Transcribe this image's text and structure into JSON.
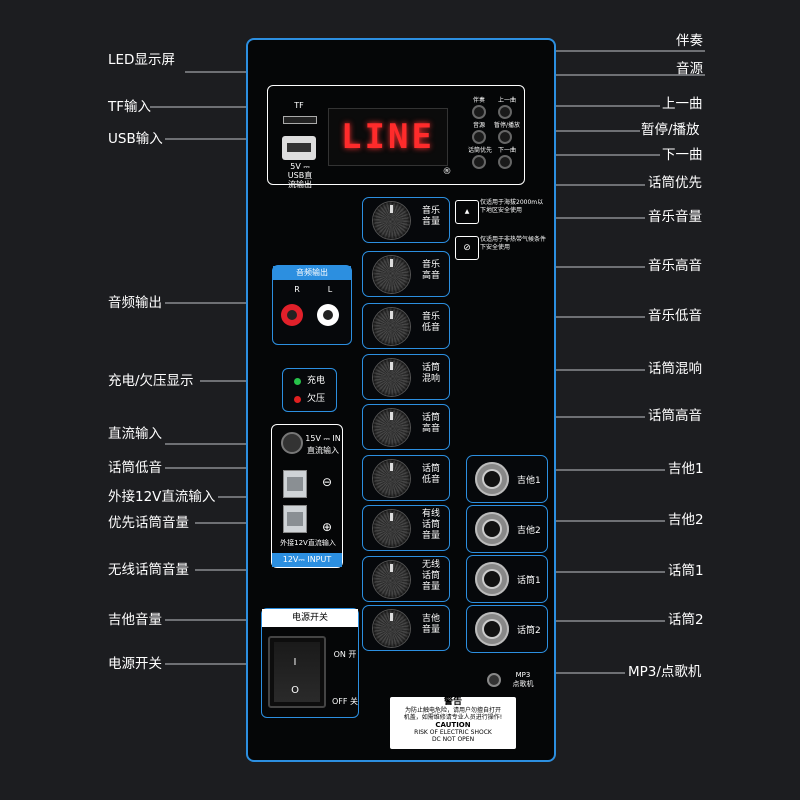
{
  "left_labels": [
    {
      "id": "led",
      "text": "LED显示屏"
    },
    {
      "id": "tf",
      "text": "TF输入"
    },
    {
      "id": "usb",
      "text": "USB输入"
    },
    {
      "id": "audio-out",
      "text": "音频输出"
    },
    {
      "id": "charge",
      "text": "充电/欠压显示"
    },
    {
      "id": "dc-in",
      "text": "直流输入"
    },
    {
      "id": "mic-bass",
      "text": "话筒低音"
    },
    {
      "id": "ext-12v",
      "text": "外接12V直流输入"
    },
    {
      "id": "priority-vol",
      "text": "优先话筒音量"
    },
    {
      "id": "wireless-vol",
      "text": "无线话筒音量"
    },
    {
      "id": "guitar-vol",
      "text": "吉他音量"
    },
    {
      "id": "power",
      "text": "电源开关"
    }
  ],
  "right_labels": [
    {
      "id": "accomp",
      "text": "伴奏"
    },
    {
      "id": "source",
      "text": "音源"
    },
    {
      "id": "prev",
      "text": "上一曲"
    },
    {
      "id": "play",
      "text": "暂停/播放"
    },
    {
      "id": "next",
      "text": "下一曲"
    },
    {
      "id": "mic-priority",
      "text": "话筒优先"
    },
    {
      "id": "music-vol",
      "text": "音乐音量"
    },
    {
      "id": "music-treble",
      "text": "音乐高音"
    },
    {
      "id": "music-bass",
      "text": "音乐低音"
    },
    {
      "id": "mic-reverb",
      "text": "话筒混响"
    },
    {
      "id": "mic-treble",
      "text": "话筒高音"
    },
    {
      "id": "guitar1",
      "text": "吉他1"
    },
    {
      "id": "guitar2",
      "text": "吉他2"
    },
    {
      "id": "mic1",
      "text": "话筒1"
    },
    {
      "id": "mic2",
      "text": "话筒2"
    },
    {
      "id": "mp3",
      "text": "MP3/点歌机"
    }
  ],
  "panel": {
    "led_text": "LINE",
    "tf_label": "TF",
    "usb_label_1": "5V ⎓",
    "usb_label_2": "USB直",
    "usb_label_3": "流输出",
    "buttons": [
      "伴奏",
      "上一曲",
      "音源",
      "暂停/播放",
      "话筒优先",
      "下一曲"
    ],
    "knobs": [
      [
        "音乐",
        "音量"
      ],
      [
        "音乐",
        "高音"
      ],
      [
        "音乐",
        "低音"
      ],
      [
        "话筒",
        "混响"
      ],
      [
        "话筒",
        "高音"
      ],
      [
        "话筒",
        "低音"
      ],
      [
        "有线",
        "话筒",
        "音量"
      ],
      [
        "无线",
        "话筒",
        "音量"
      ],
      [
        "吉他",
        "音量"
      ]
    ],
    "jacks": [
      "吉他1",
      "吉他2",
      "话筒1",
      "话筒2"
    ],
    "audio_out_title": "音频输出",
    "rca_r": "R",
    "rca_l": "L",
    "led_charge": "充电",
    "led_low": "欠压",
    "dc_title": "15V ⎓ IN",
    "dc_sub": "直流输入",
    "ext_label": "外接12V直流输入",
    "ext_input": "12V⎓ INPUT",
    "minus": "⊖",
    "plus": "⊕",
    "power_title": "电源开关",
    "on_label": "ON 开",
    "off_label": "OFF 关",
    "mp3_1": "MP3",
    "mp3_2": "点歌机",
    "warn_title": "警告",
    "warn_line1": "为防止触电危险，请用户勿擅自打开",
    "warn_line2": "机盖，如需维修请专业人员进行操作!",
    "warn_caution": "CAUTION",
    "warn_en1": "RISK OF ELECTRIC SHOCK",
    "warn_en2": "DC NOT OPEN",
    "note1": "仅适用于海拔2000m以下地区安全使用",
    "note2": "仅适用于非热带气候条件下安全使用"
  },
  "colors": {
    "panel_border": "#2c8fe0",
    "led": "#ff2b2b",
    "background": "#1c1d20"
  }
}
